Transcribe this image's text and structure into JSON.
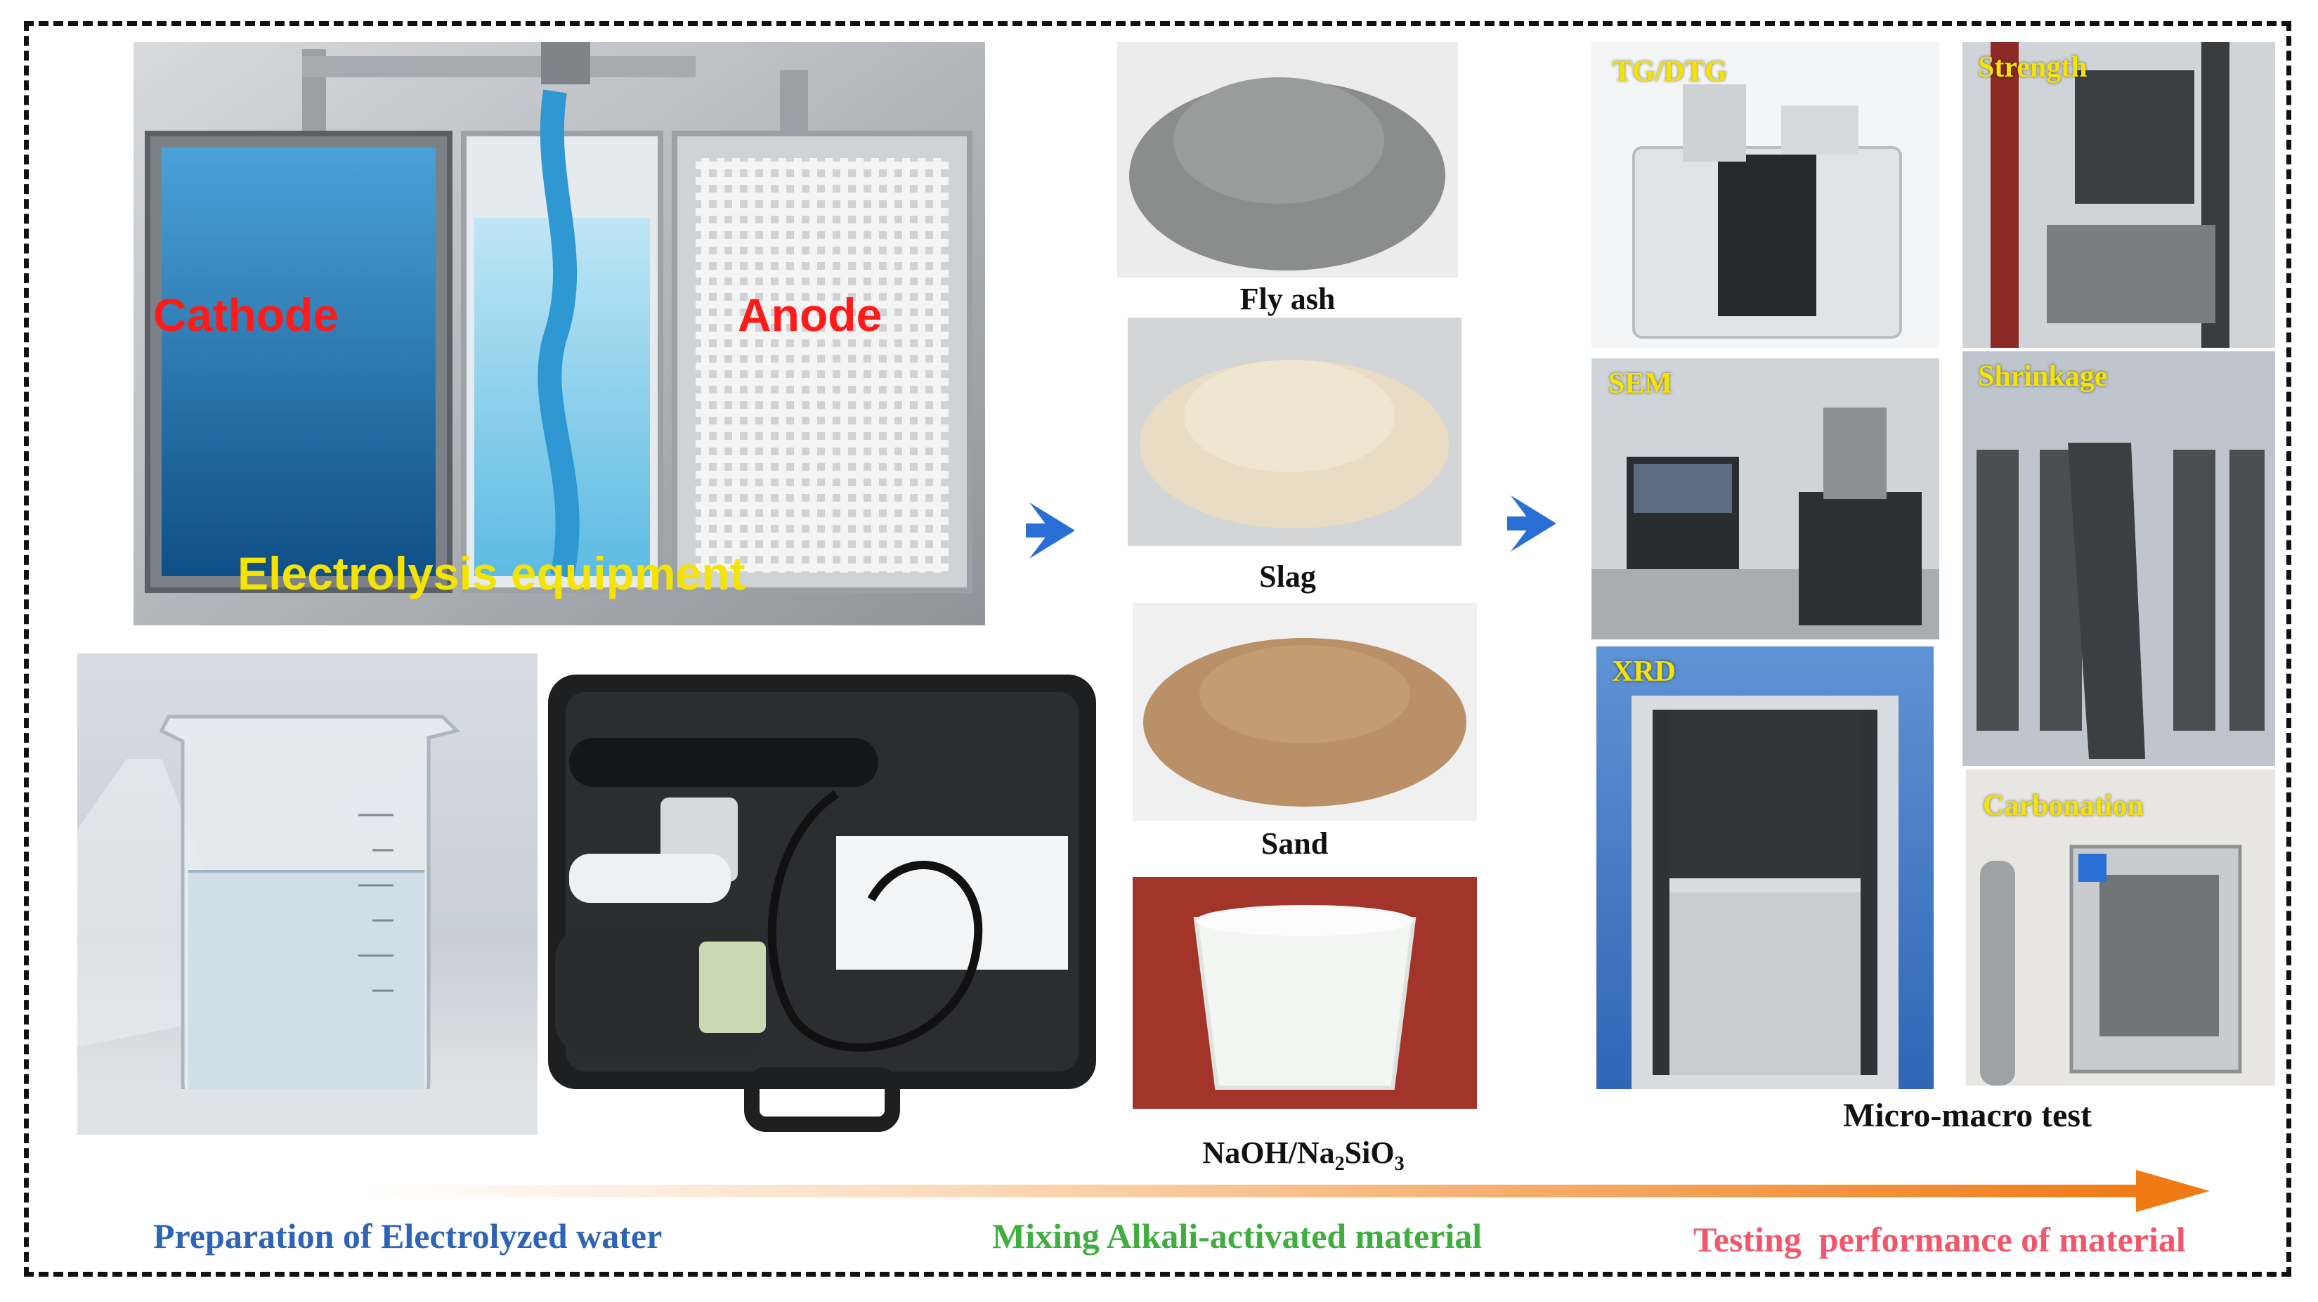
{
  "electrolysis": {
    "cathode_label": "Cathode",
    "anode_label": "Anode",
    "equipment_label": "Electrolysis equipment"
  },
  "materials": {
    "fly_ash": "Fly ash",
    "slag": "Slag",
    "sand": "Sand",
    "activator_prefix": "NaOH/Na",
    "activator_sub1": "2",
    "activator_mid": "SiO",
    "activator_sub2": "3"
  },
  "tests": {
    "tg_dtg": "TG/DTG",
    "sem": "SEM",
    "xrd": "XRD",
    "strength": "Strength",
    "shrinkage": "Shrinkage",
    "carbonation": "Carbonation",
    "summary": "Micro-macro test"
  },
  "stages": {
    "preparation": "Preparation of Electrolyzed water",
    "mixing": "Mixing Alkali-activated material",
    "testing": "Testing  performance of material"
  },
  "colors": {
    "electrode_label": "#ff1a1a",
    "equipment_label": "#f5e400",
    "stage_preparation": "#2e63b8",
    "stage_mixing": "#3fae3f",
    "stage_testing": "#f2566a",
    "flow_arrow": "#f07a14",
    "step_arrow": "#2a6fd6"
  },
  "icons": {
    "step_arrow_1": "chevron-right-arrow",
    "step_arrow_2": "chevron-right-arrow",
    "timeline_arrow": "gradient-right-arrow"
  }
}
